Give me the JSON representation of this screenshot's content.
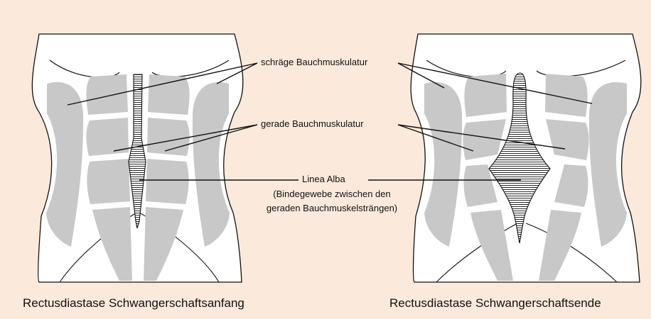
{
  "labels": {
    "oblique": "schräge Bauchmuskulatur",
    "rectus": "gerade Bauchmuskulatur",
    "linea": "Linea Alba",
    "linea_note_1": "(Bindegewebe zwischen den",
    "linea_note_2": "geraden Bauchmuskelsträngen)"
  },
  "captions": {
    "left": "Rectusdiastase  Schwangerschaftsanfang",
    "right": "Rectusdiastase  Schwangerschaftsende"
  },
  "colors": {
    "background": "#fbeadb",
    "torso": "#ffffff",
    "muscle": "#c8c8c8",
    "outline": "#111111"
  }
}
